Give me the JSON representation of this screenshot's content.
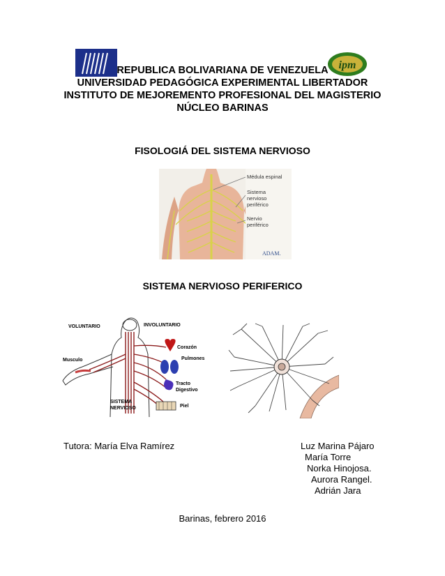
{
  "header": {
    "line1": "REPUBLICA BOLIVARIANA DE VENEZUELA",
    "line2": "UNIVERSIDAD PEDAGÓGICA EXPERIMENTAL LIBERTADOR",
    "line3": "INSTITUTO DE MEJOREMENTO PROFESIONAL DEL MAGISTERIO",
    "line4": "NÚCLEO BARINAS"
  },
  "logo_right": {
    "text": "ipm"
  },
  "title": "FISOLOGIÁ DEL SISTEMA NERVIOSO",
  "figure1": {
    "labels": [
      "Médula espinal",
      "Sistema nervioso periférico",
      "Nervio periférico"
    ],
    "credit": "ADAM."
  },
  "subtitle": "SISTEMA NERVIOSO PERIFERICO",
  "figure2": {
    "labels": {
      "voluntario": "VOLUNTARIO",
      "involuntario": "INVOLUNTARIO",
      "corazon": "Corazón",
      "pulmones": "Pulmones",
      "musculo": "Musculo",
      "tracto": "Tracto",
      "digestivo": "Digestivo",
      "sistema": "SISTEMA",
      "nervioso": "NERVIOSO",
      "piel": "Piel"
    }
  },
  "tutor": "Tutora: María Elva Ramírez",
  "authors": [
    "Luz Marina Pájaro",
    "María Torre",
    "Norka Hinojosa.",
    "Aurora Rangel.",
    "Adrián Jara"
  ],
  "footer": "Barinas, febrero 2016",
  "colors": {
    "logo_blue": "#1c2f8a",
    "logo_green": "#2e7d1e",
    "nerve_yellow": "#d8d24a",
    "skin": "#e8b59a",
    "nerve_red": "#8b1a1a"
  }
}
